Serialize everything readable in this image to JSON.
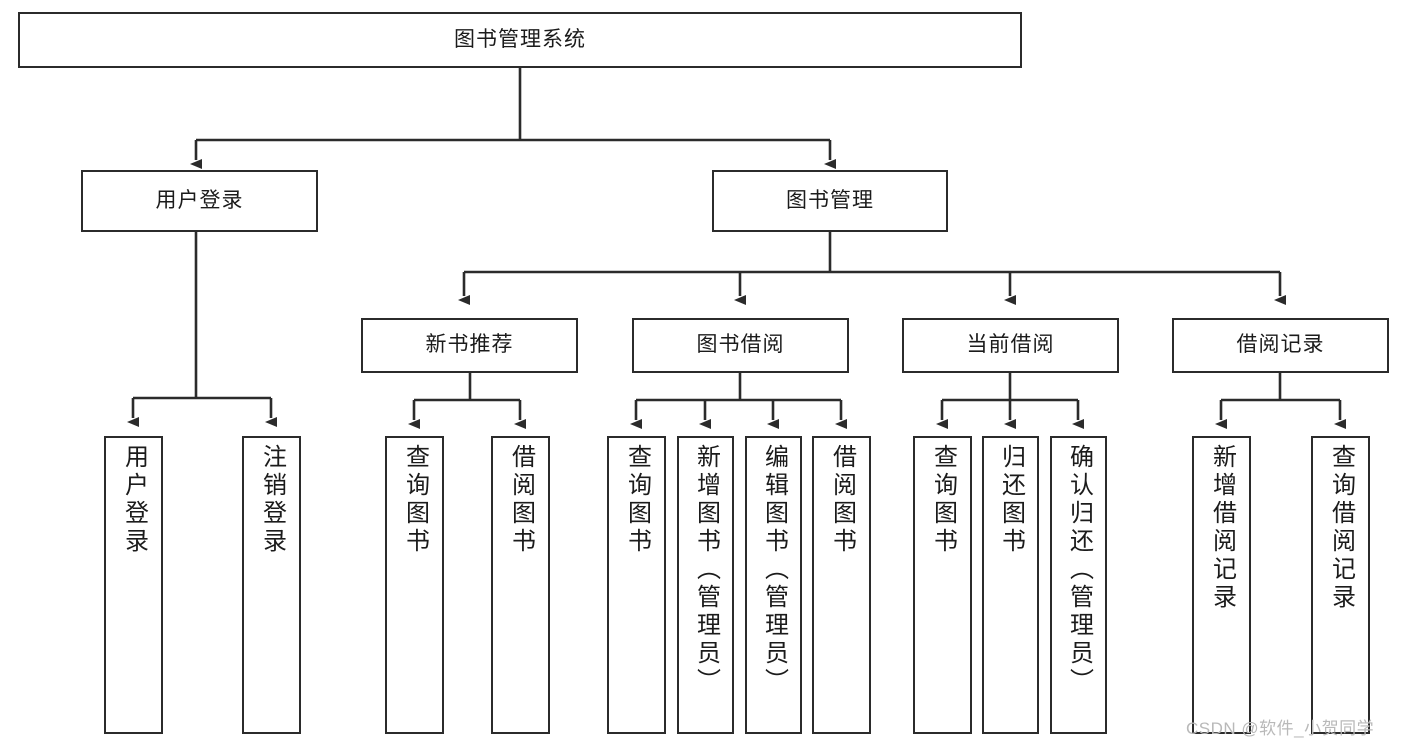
{
  "diagram": {
    "type": "tree-hierarchy-chart",
    "title": "图书管理系统",
    "watermark": "CSDN @软件_小贺同学",
    "colors": {
      "box_border": "#2b2b2b",
      "box_fill": "#ffffff",
      "connector": "#2b2b2b",
      "text": "#1b1b1b",
      "watermark": "#b9b9b9"
    },
    "levels": {
      "root": {
        "label": "图书管理系统"
      },
      "level2": [
        {
          "label": "用户登录"
        },
        {
          "label": "图书管理"
        }
      ],
      "level3": [
        {
          "label": "新书推荐"
        },
        {
          "label": "图书借阅"
        },
        {
          "label": "当前借阅"
        },
        {
          "label": "借阅记录"
        }
      ],
      "leaves": {
        "user_login": [
          {
            "label": "用户登录"
          },
          {
            "label": "注销登录"
          }
        ],
        "new_book_recommend": [
          {
            "label": "查询图书"
          },
          {
            "label": "借阅图书"
          }
        ],
        "book_borrow": [
          {
            "label": "查询图书"
          },
          {
            "label": "新增图书（管理员）"
          },
          {
            "label": "编辑图书（管理员）"
          },
          {
            "label": "借阅图书"
          }
        ],
        "current_borrow": [
          {
            "label": "查询图书"
          },
          {
            "label": "归还图书"
          },
          {
            "label": "确认归还（管理员）"
          }
        ],
        "borrow_record": [
          {
            "label": "新增借阅记录"
          },
          {
            "label": "查询借阅记录"
          }
        ]
      }
    }
  }
}
